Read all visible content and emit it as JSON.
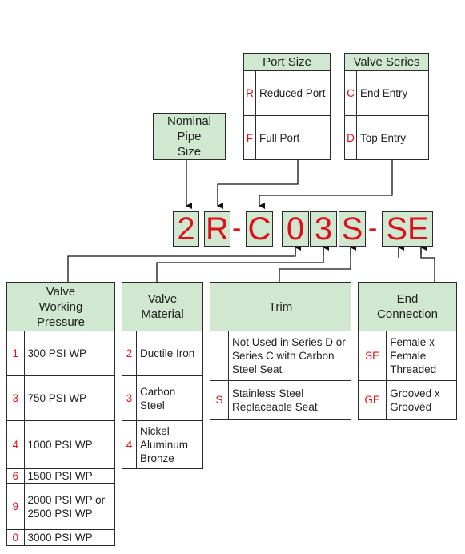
{
  "nominal": {
    "title": "Nominal Pipe Size"
  },
  "port_size": {
    "title": "Port Size",
    "rows": [
      {
        "code": "R",
        "label": "Reduced Port"
      },
      {
        "code": "F",
        "label": "Full Port"
      }
    ]
  },
  "valve_series": {
    "title": "Valve Series",
    "rows": [
      {
        "code": "C",
        "label": "End Entry"
      },
      {
        "code": "D",
        "label": "Top Entry"
      }
    ]
  },
  "part_number": {
    "chars": [
      "2",
      "R",
      "C",
      "0",
      "3",
      "S",
      "SE"
    ],
    "dash": "-"
  },
  "pressure": {
    "title": "Valve Working Pressure",
    "rows": [
      {
        "code": "1",
        "label": "300 PSI WP"
      },
      {
        "code": "3",
        "label": "750 PSI WP"
      },
      {
        "code": "4",
        "label": "1000 PSI WP"
      },
      {
        "code": "6",
        "label": "1500 PSI WP"
      },
      {
        "code": "9",
        "label": "2000 PSI WP or 2500 PSI WP"
      },
      {
        "code": "0",
        "label": "3000 PSI WP"
      }
    ]
  },
  "material": {
    "title": "Valve Material",
    "rows": [
      {
        "code": "2",
        "label": "Ductile Iron"
      },
      {
        "code": "3",
        "label": "Carbon Steel"
      },
      {
        "code": "4",
        "label": "Nickel Aluminum Bronze"
      }
    ]
  },
  "trim": {
    "title": "Trim",
    "rows": [
      {
        "code": "",
        "label": "Not Used in Series D or Series C with Carbon Steel Seat"
      },
      {
        "code": "S",
        "label": "Stainless Steel Replaceable Seat"
      }
    ]
  },
  "end_connection": {
    "title": "End Connection",
    "rows": [
      {
        "code": "SE",
        "label": "Female x Female Threaded"
      },
      {
        "code": "GE",
        "label": "Grooved x Grooved"
      }
    ]
  }
}
